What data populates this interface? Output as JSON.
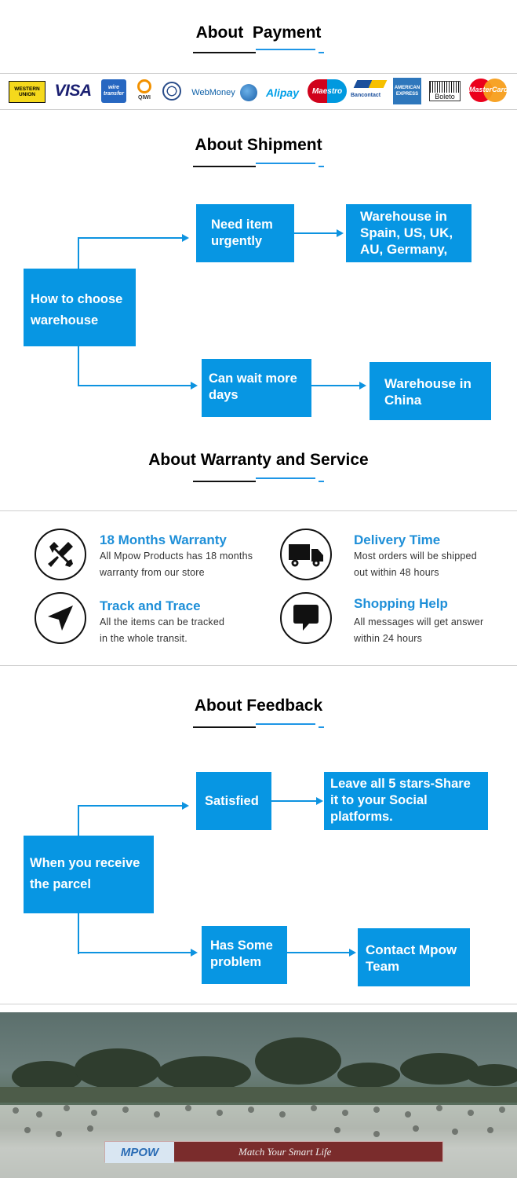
{
  "payment": {
    "title": "About  Payment",
    "logos": [
      {
        "name": "western-union",
        "text": "WESTERN UNION"
      },
      {
        "name": "visa",
        "text": "VISA"
      },
      {
        "name": "wire-transfer",
        "text": "wire transfer"
      },
      {
        "name": "qiwi",
        "text": "QIWI"
      },
      {
        "name": "webmoney-seal",
        "text": ""
      },
      {
        "name": "webmoney",
        "text": "WebMoney"
      },
      {
        "name": "alipay",
        "text": "Alipay"
      },
      {
        "name": "maestro",
        "text": "Maestro"
      },
      {
        "name": "bancontact",
        "text": "Bancontact"
      },
      {
        "name": "american-express",
        "text": "AMERICAN EXPRESS"
      },
      {
        "name": "boleto",
        "text": "Boleto"
      },
      {
        "name": "mastercard",
        "text": "MasterCard"
      }
    ]
  },
  "shipment": {
    "title": "About Shipment",
    "start": "How to choose warehouse",
    "urgent": "Need item urgently",
    "urgent_result": "Warehouse in Spain, US, UK, AU, Germany,",
    "wait": "Can wait more days",
    "wait_result": "Warehouse in China"
  },
  "warranty": {
    "title": "About Warranty and Service",
    "items": [
      {
        "title": "18 Months Warranty",
        "desc1": "All Mpow Products has 18 months",
        "desc2": "warranty from our store",
        "icon": "tools-icon"
      },
      {
        "title": "Delivery Time",
        "desc1": "Most orders will be shipped",
        "desc2": "out within 48 hours",
        "icon": "truck-icon"
      },
      {
        "title": "Track and Trace",
        "desc1": "All the items can be tracked",
        "desc2": "in the whole transit.",
        "icon": "navigation-arrow-icon"
      },
      {
        "title": "Shopping Help",
        "desc1": "All messages will get answer",
        "desc2": "within 24 hours",
        "icon": "chat-bubble-icon"
      }
    ]
  },
  "feedback": {
    "title": "About Feedback",
    "start": "When you receive the parcel",
    "satisfied": "Satisfied",
    "satisfied_result": "Leave all 5 stars-Share it to your Social platforms.",
    "problem": "Has Some problem",
    "problem_result": "Contact Mpow Team"
  },
  "banner": {
    "brand": "MPOW",
    "slogan": "Match Your Smart Life"
  },
  "colors": {
    "accent": "#0796e3",
    "title_blue": "#1e8fd8"
  }
}
